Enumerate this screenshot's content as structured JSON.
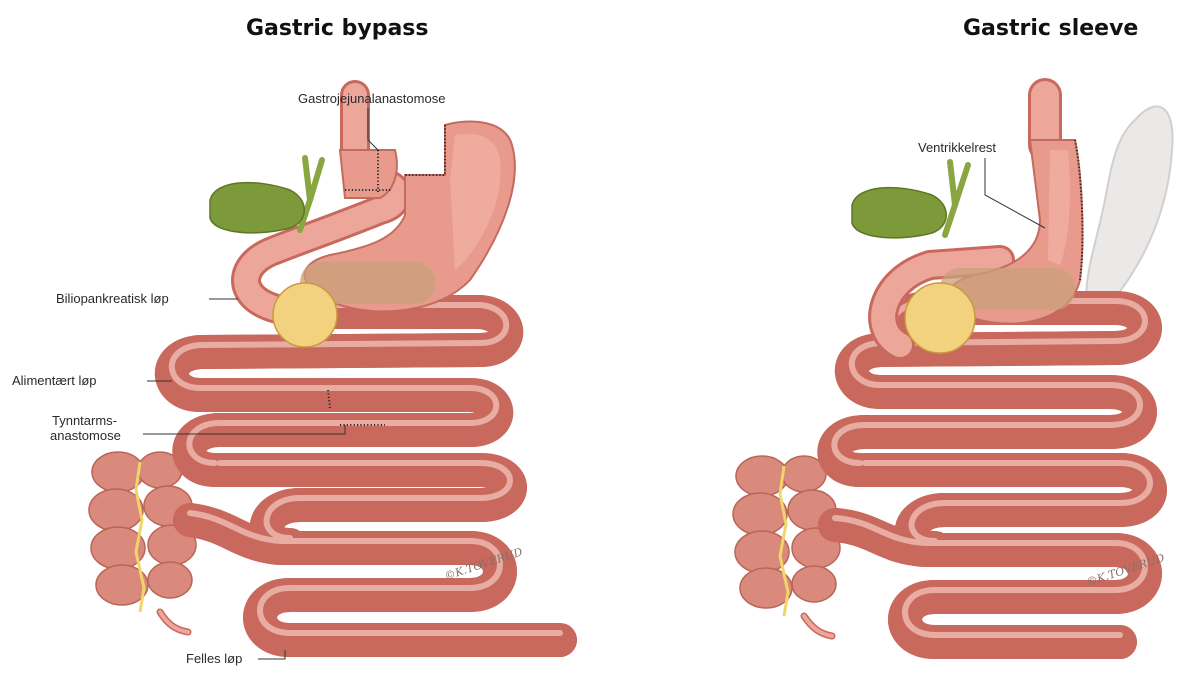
{
  "panels": [
    {
      "title": "Gastric bypass",
      "labels": {
        "gastrojejunal": "Gastrojejunalanastomose",
        "biliopancreatic": "Biliopankreatisk løp",
        "alimentary": "Alimentært løp",
        "anastomosis_line1": "Tynntarms-",
        "anastomosis_line2": "anastomose",
        "common": "Felles løp"
      },
      "signature": "©K.TOVERUD"
    },
    {
      "title": "Gastric sleeve",
      "labels": {
        "remnant": "Ventrikkelrest"
      },
      "signature": "©K.TOVERUD"
    }
  ],
  "colors": {
    "intestine": "#e89a8d",
    "gallbladder": "#7d9a3a",
    "pancreas": "#caa079",
    "duodenum_pad": "#f3d27f",
    "removed_stomach": "#e9e6e6"
  }
}
